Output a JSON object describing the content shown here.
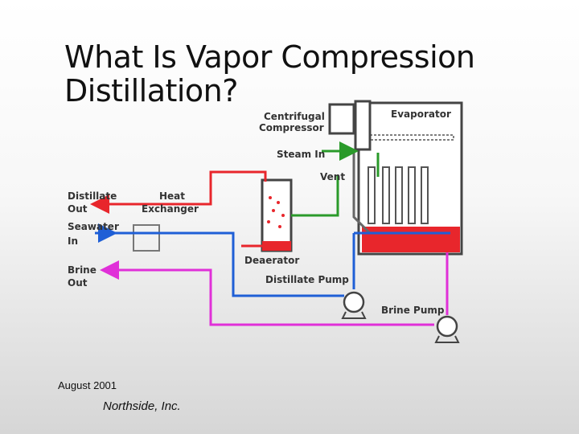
{
  "slide": {
    "title": "What Is Vapor Compression Distillation?",
    "footer_date": "August 2001",
    "footer_company": "Northside, Inc."
  },
  "diagram": {
    "labels": {
      "centrifugal": "Centrifugal",
      "compressor": "Compressor",
      "evaporator": "Evaporator",
      "steam_in": "Steam In",
      "vent": "Vent",
      "distillate": "Distillate",
      "out1": "Out",
      "heat": "Heat",
      "exchanger": "Exchanger",
      "seawater": "Seawater",
      "in": "In",
      "brine": "Brine",
      "out2": "Out",
      "deaerator": "Deaerator",
      "distillate_pump": "Distillate Pump",
      "brine_pump": "Brine Pump"
    },
    "colors": {
      "distillate": "#e8262c",
      "seawater": "#1f5fd6",
      "brine": "#e030d8",
      "steam": "#2a9a2a"
    }
  }
}
